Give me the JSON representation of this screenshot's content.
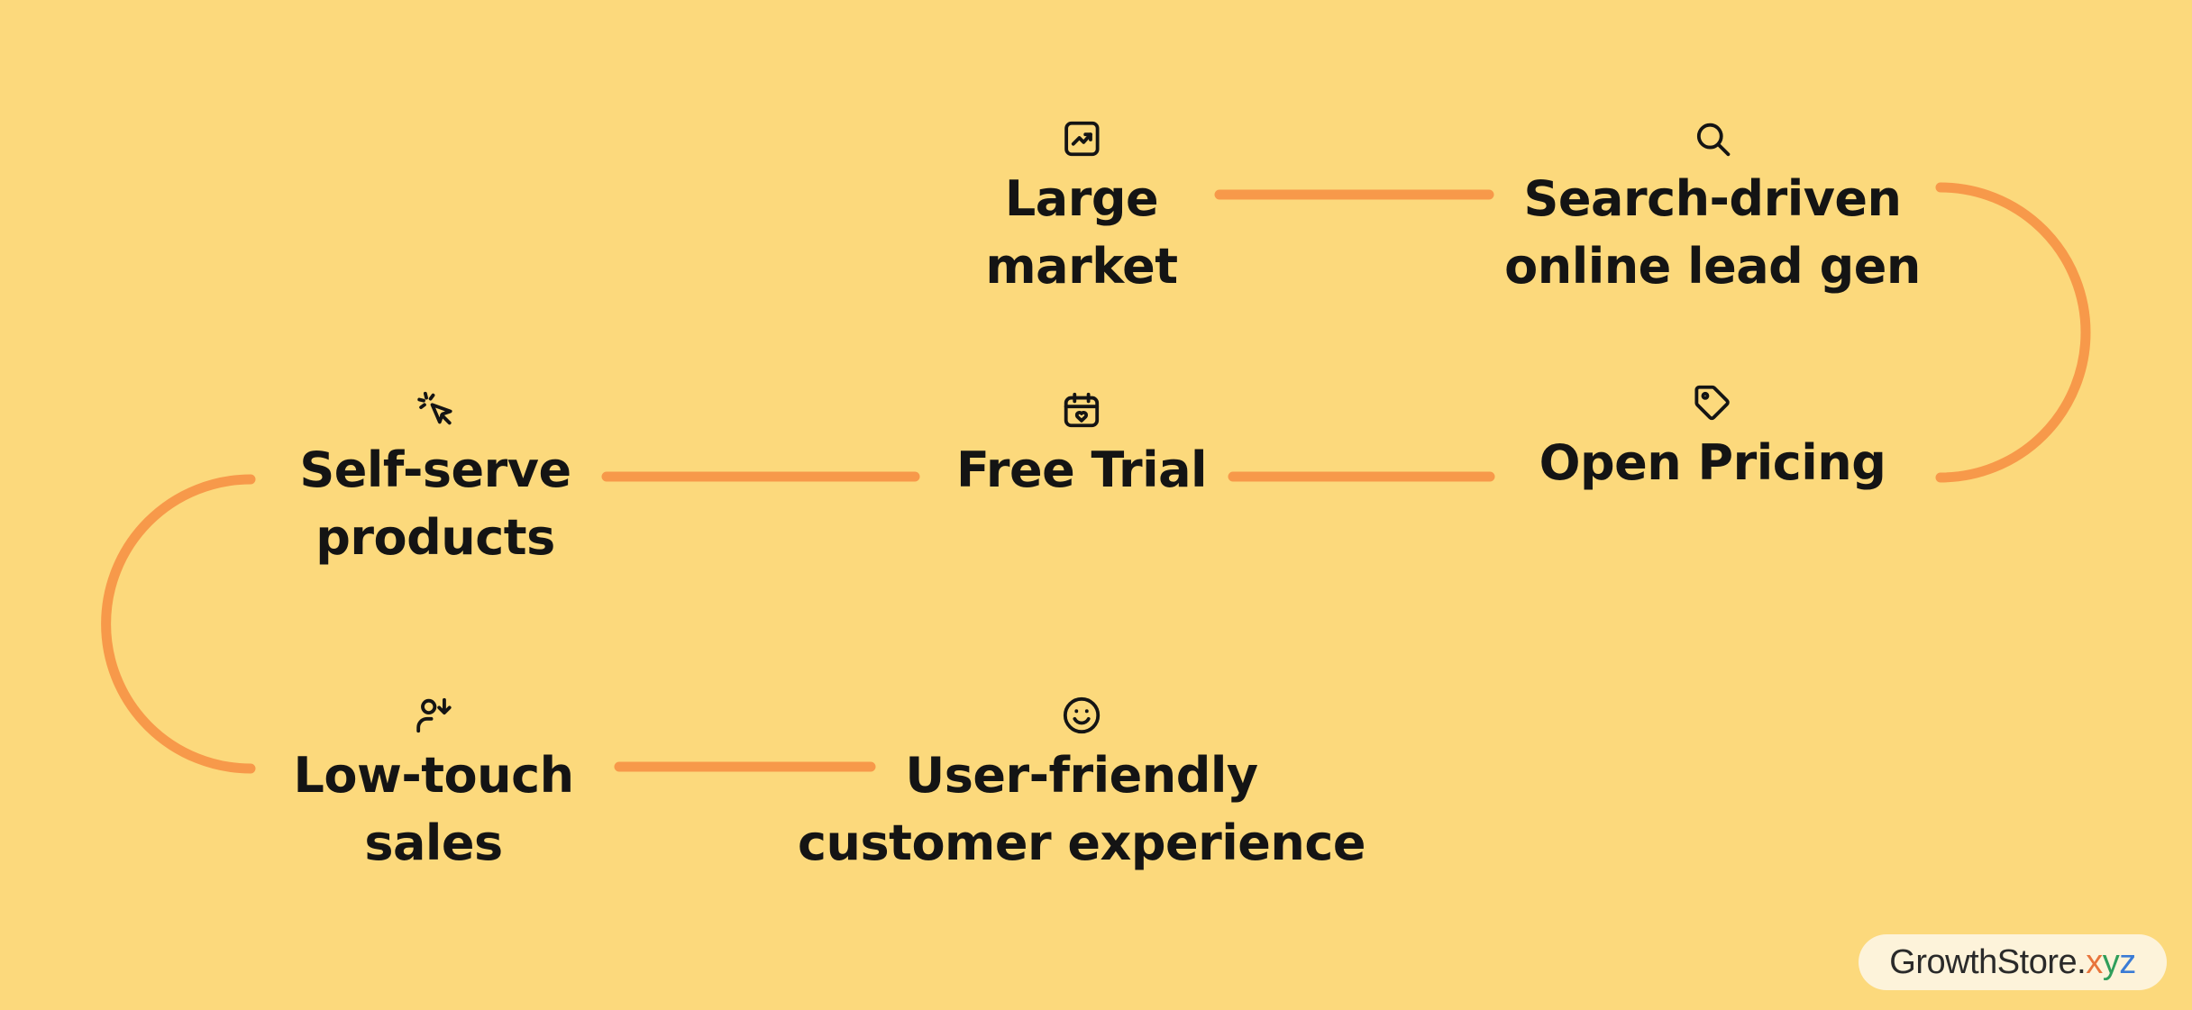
{
  "diagram": {
    "connector_color": "#F7994A",
    "text_color": "#141414",
    "background_color": "#FCD97C",
    "nodes": [
      {
        "id": "large-market",
        "label": "Large\nmarket",
        "icon": "trending-chart-icon"
      },
      {
        "id": "search-driven",
        "label": "Search-driven\nonline lead gen",
        "icon": "search-icon"
      },
      {
        "id": "open-pricing",
        "label": "Open Pricing",
        "icon": "price-tag-icon"
      },
      {
        "id": "free-trial",
        "label": "Free Trial",
        "icon": "calendar-heart-icon"
      },
      {
        "id": "self-serve",
        "label": "Self-serve\nproducts",
        "icon": "cursor-click-icon"
      },
      {
        "id": "low-touch",
        "label": "Low-touch\nsales",
        "icon": "user-download-icon"
      },
      {
        "id": "user-friendly",
        "label": "User-friendly\ncustomer experience",
        "icon": "smiley-face-icon"
      }
    ]
  },
  "brand": {
    "prefix": "Gr",
    "o": "o",
    "middle": "wthStore",
    "dot": ".",
    "x": "x",
    "y": "y",
    "z": "z"
  }
}
